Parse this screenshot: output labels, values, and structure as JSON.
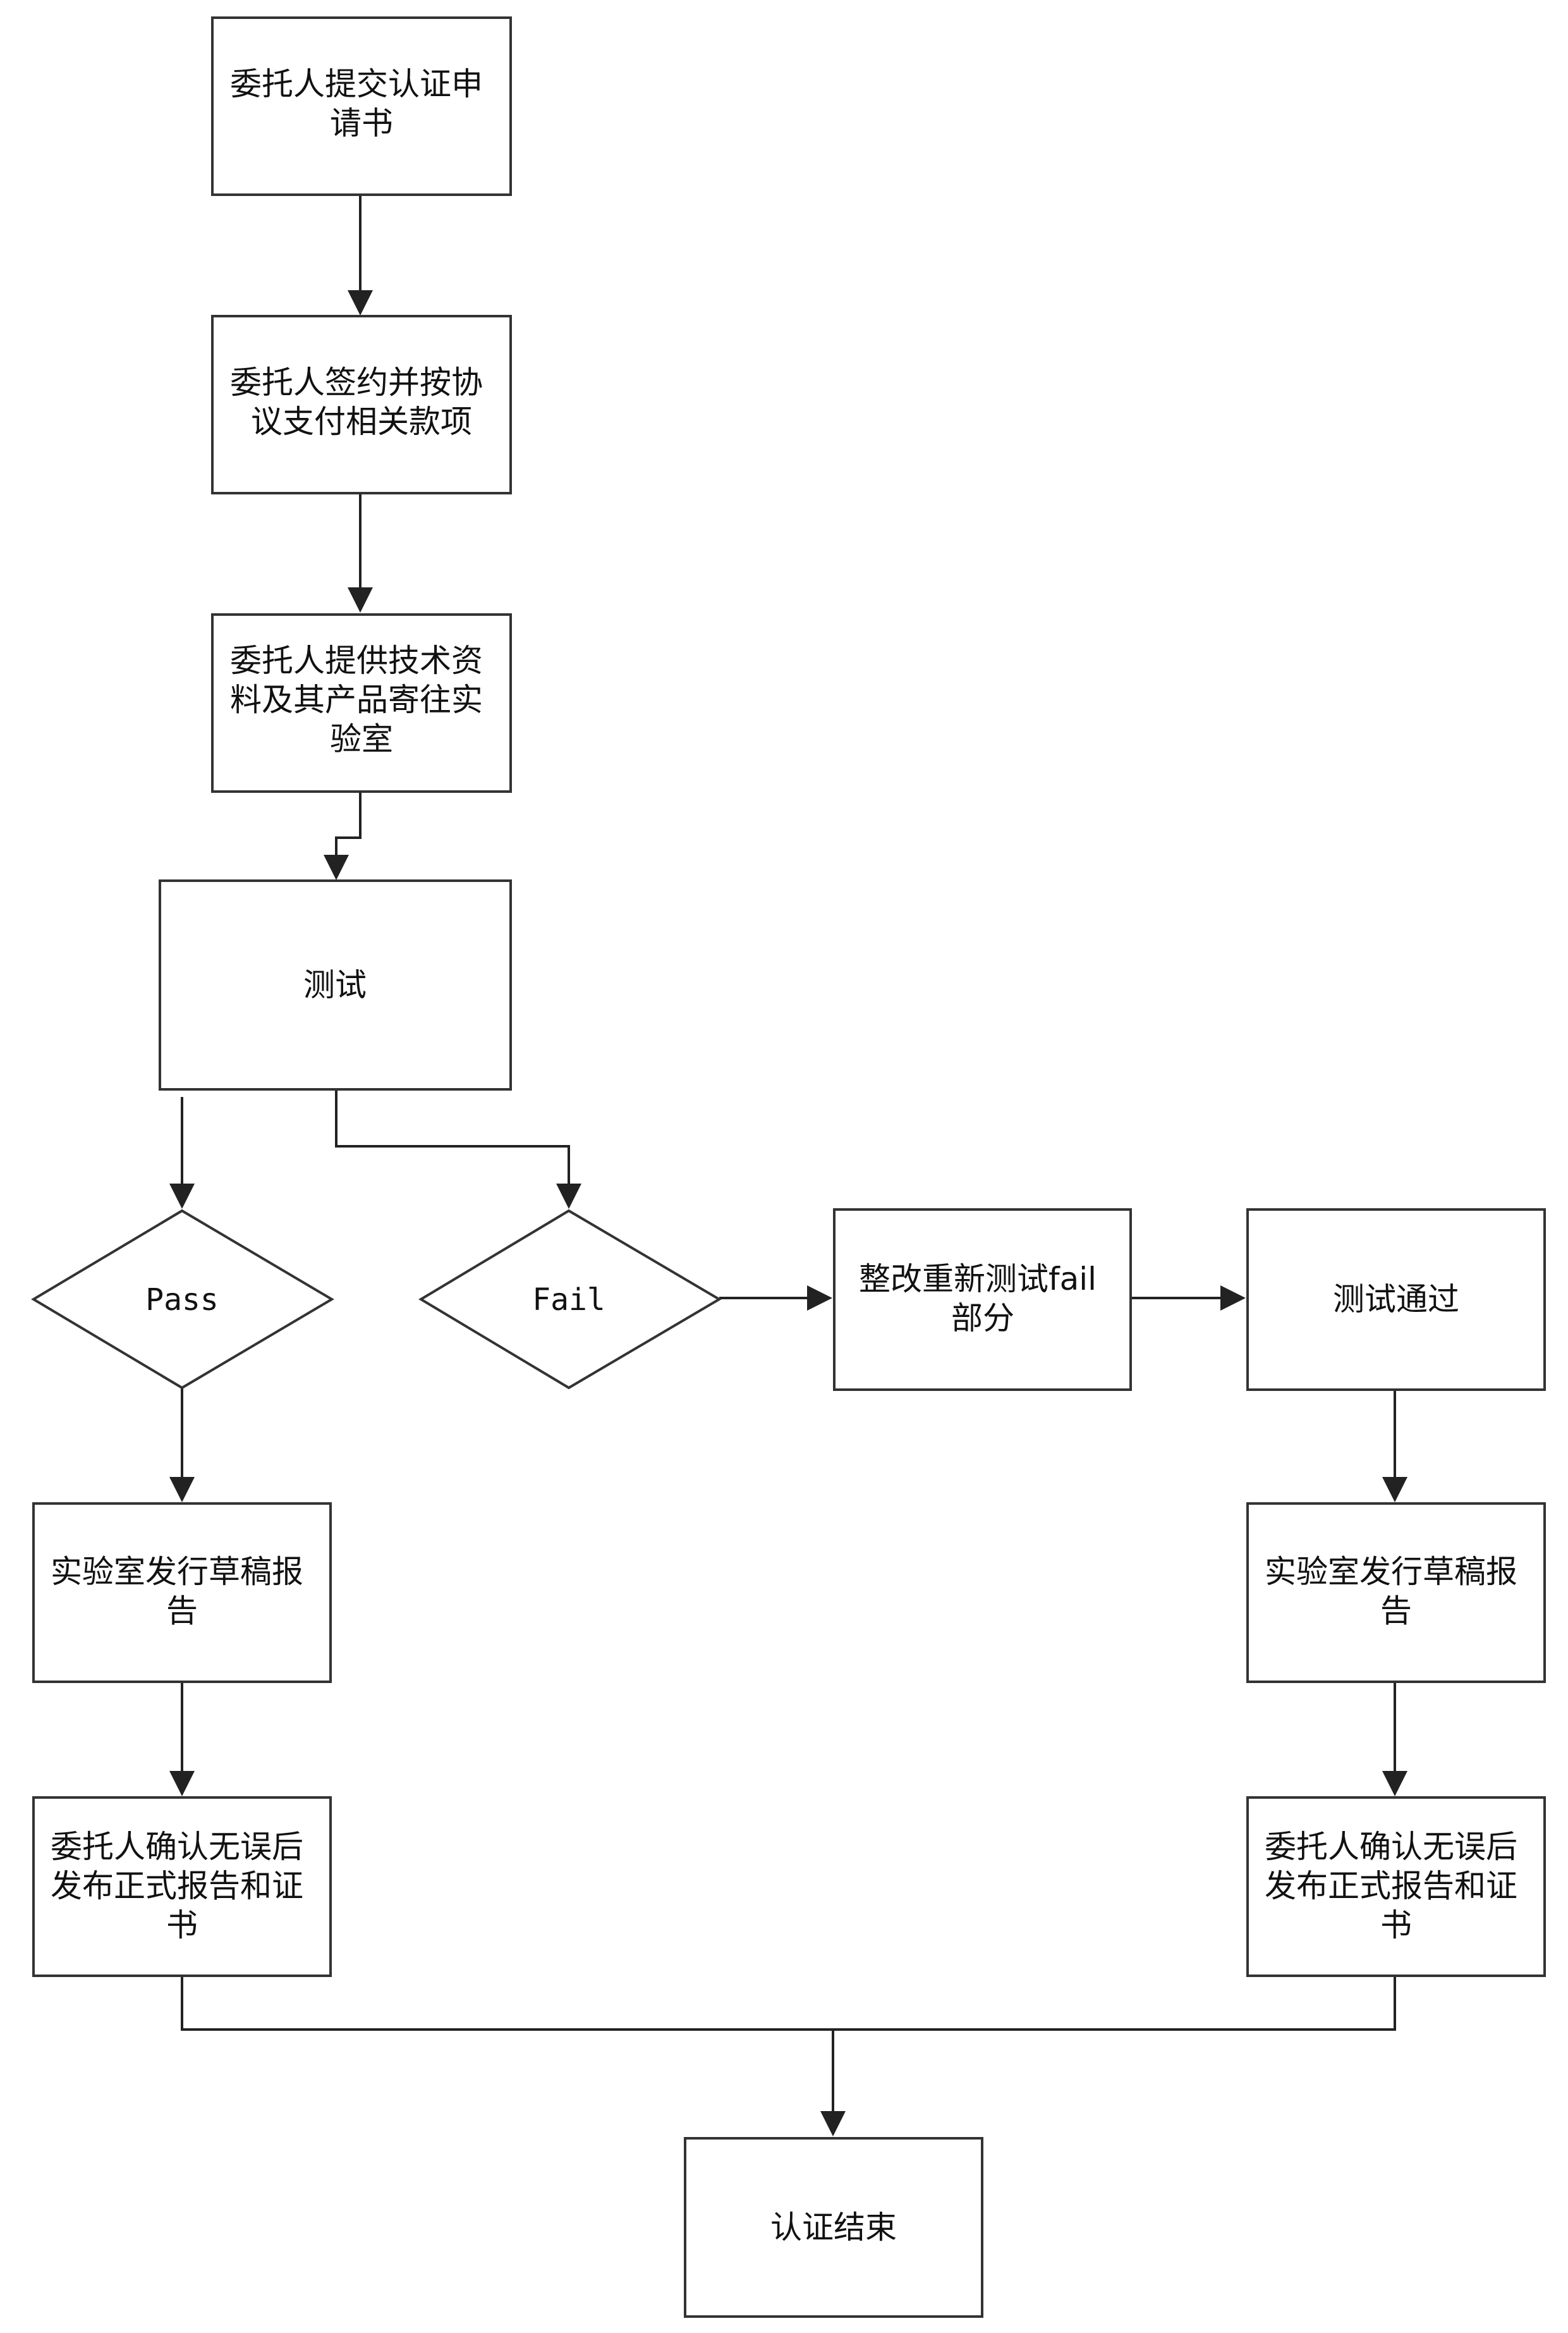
{
  "nodes": {
    "submit_application": [
      "委托人提交认证申",
      "请书"
    ],
    "sign_and_pay": [
      "委托人签约并按协",
      "议支付相关款项"
    ],
    "provide_materials": [
      "委托人提供技术资",
      "料及其产品寄往实",
      "验室"
    ],
    "test": [
      "测试"
    ],
    "pass": [
      "Pass"
    ],
    "fail": [
      "Fail"
    ],
    "rectify_retest": [
      "整改重新测试fail",
      "部分"
    ],
    "test_passed": [
      "测试通过"
    ],
    "left_draft_report": [
      "实验室发行草稿报",
      "告"
    ],
    "right_draft_report": [
      "实验室发行草稿报",
      "告"
    ],
    "left_confirm_release": [
      "委托人确认无误后",
      "发布正式报告和证",
      "书"
    ],
    "right_confirm_release": [
      "委托人确认无误后",
      "发布正式报告和证",
      "书"
    ],
    "certification_end": [
      "认证结束"
    ]
  }
}
